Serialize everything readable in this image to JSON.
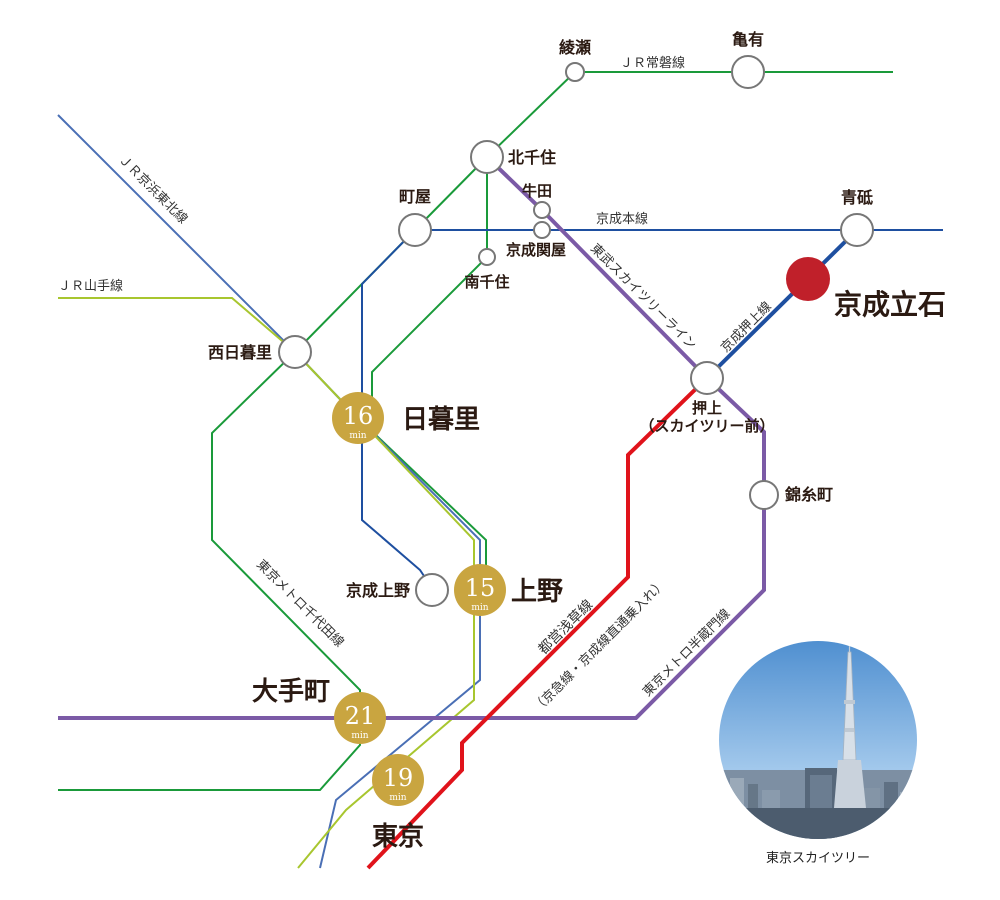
{
  "lines": {
    "jr_joban": {
      "label": "ＪＲ常磐線",
      "color": "#1a9a3a"
    },
    "jr_keihin_tohoku": {
      "label": "ＪＲ京浜東北線",
      "color": "#4a6fb5"
    },
    "jr_yamanote": {
      "label": "ＪＲ山手線",
      "color": "#a8c62f"
    },
    "keisei_main": {
      "label": "京成本線",
      "color": "#1e4fa0"
    },
    "tobu_skytree": {
      "label": "東武スカイツリーライン",
      "color": "#7b5aa6"
    },
    "keisei_oshiage": {
      "label": "京成押上線",
      "color": "#1e4fa0"
    },
    "metro_chiyoda": {
      "label": "東京メトロ千代田線",
      "color": "#1a9a3a"
    },
    "metro_hanzomon": {
      "label": "東京メトロ半蔵門線",
      "color": "#7b5aa6"
    },
    "toei_asakusa": {
      "label": "都営浅草線",
      "label_sub": "（京急線・京成線直通乗入れ）",
      "color": "#e0131b"
    },
    "tozai_like": {
      "color": "#7b5aa6"
    }
  },
  "stations": {
    "ayase": "綾瀬",
    "kameari": "亀有",
    "kitasenju": "北千住",
    "ushida": "牛田",
    "keisei_sekiya": "京成関屋",
    "minamisenju": "南千住",
    "machiya": "町屋",
    "aoto": "青砥",
    "keisei_tateishi": "京成立石",
    "nishinippori": "西日暮里",
    "nippori": "日暮里",
    "oshiage": "押上",
    "oshiage_sub": "（スカイツリー前）",
    "kinshicho": "錦糸町",
    "keisei_ueno": "京成上野",
    "ueno": "上野",
    "otemachi": "大手町",
    "tokyo": "東京"
  },
  "travel_times": {
    "nippori": {
      "value": "16",
      "unit": "min"
    },
    "ueno": {
      "value": "15",
      "unit": "min"
    },
    "otemachi": {
      "value": "21",
      "unit": "min"
    },
    "tokyo": {
      "value": "19",
      "unit": "min"
    }
  },
  "colors": {
    "accent_station": "#c0202a",
    "time_badge": "#c9a540",
    "sky": "#6fa6d6"
  },
  "photo": {
    "caption": "東京スカイツリー"
  }
}
